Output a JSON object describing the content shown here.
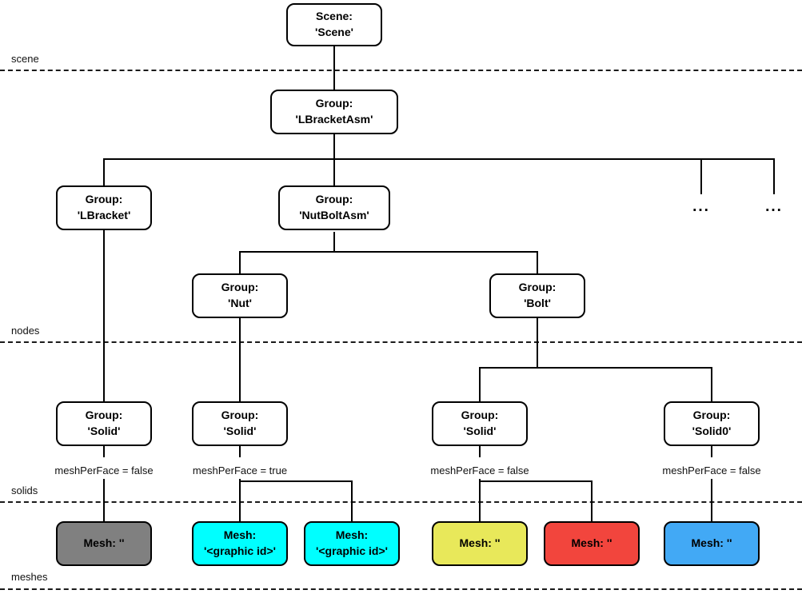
{
  "layers": {
    "scene": {
      "label": "scene"
    },
    "nodes": {
      "label": "nodes"
    },
    "solids": {
      "label": "solids"
    },
    "meshes": {
      "label": "meshes"
    }
  },
  "boxes": {
    "scene": {
      "line1": "Scene:",
      "line2": "'Scene'"
    },
    "lbracketasm": {
      "line1": "Group:",
      "line2": "'LBracketAsm'"
    },
    "lbracket": {
      "line1": "Group:",
      "line2": "'LBracket'"
    },
    "nutboltasm": {
      "line1": "Group:",
      "line2": "'NutBoltAsm'"
    },
    "nut": {
      "line1": "Group:",
      "line2": "'Nut'"
    },
    "bolt": {
      "line1": "Group:",
      "line2": "'Bolt'"
    },
    "solid_lbracket": {
      "line1": "Group:",
      "line2": "'Solid'"
    },
    "solid_nut": {
      "line1": "Group:",
      "line2": "'Solid'"
    },
    "solid_bolt": {
      "line1": "Group:",
      "line2": "'Solid'"
    },
    "solid0_bolt": {
      "line1": "Group:",
      "line2": "'Solid0'"
    },
    "mesh_lbracket": {
      "line1": "Mesh: ''",
      "color": "#808080"
    },
    "mesh_nut1": {
      "line1": "Mesh:",
      "line2": "'<graphic id>'",
      "color": "#00ffff"
    },
    "mesh_nut2": {
      "line1": "Mesh:",
      "line2": "'<graphic id>'",
      "color": "#00ffff"
    },
    "mesh_bolt1": {
      "line1": "Mesh: ''",
      "color": "#e8e85a"
    },
    "mesh_bolt2": {
      "line1": "Mesh: ''",
      "color": "#f2453d"
    },
    "mesh_solid0": {
      "line1": "Mesh: ''",
      "color": "#42a9f5"
    }
  },
  "annotations": {
    "solid_lbracket": "meshPerFace = false",
    "solid_nut": "meshPerFace = true",
    "solid_bolt": "meshPerFace = false",
    "solid0_bolt": "meshPerFace = false"
  },
  "ellipsis": "..."
}
